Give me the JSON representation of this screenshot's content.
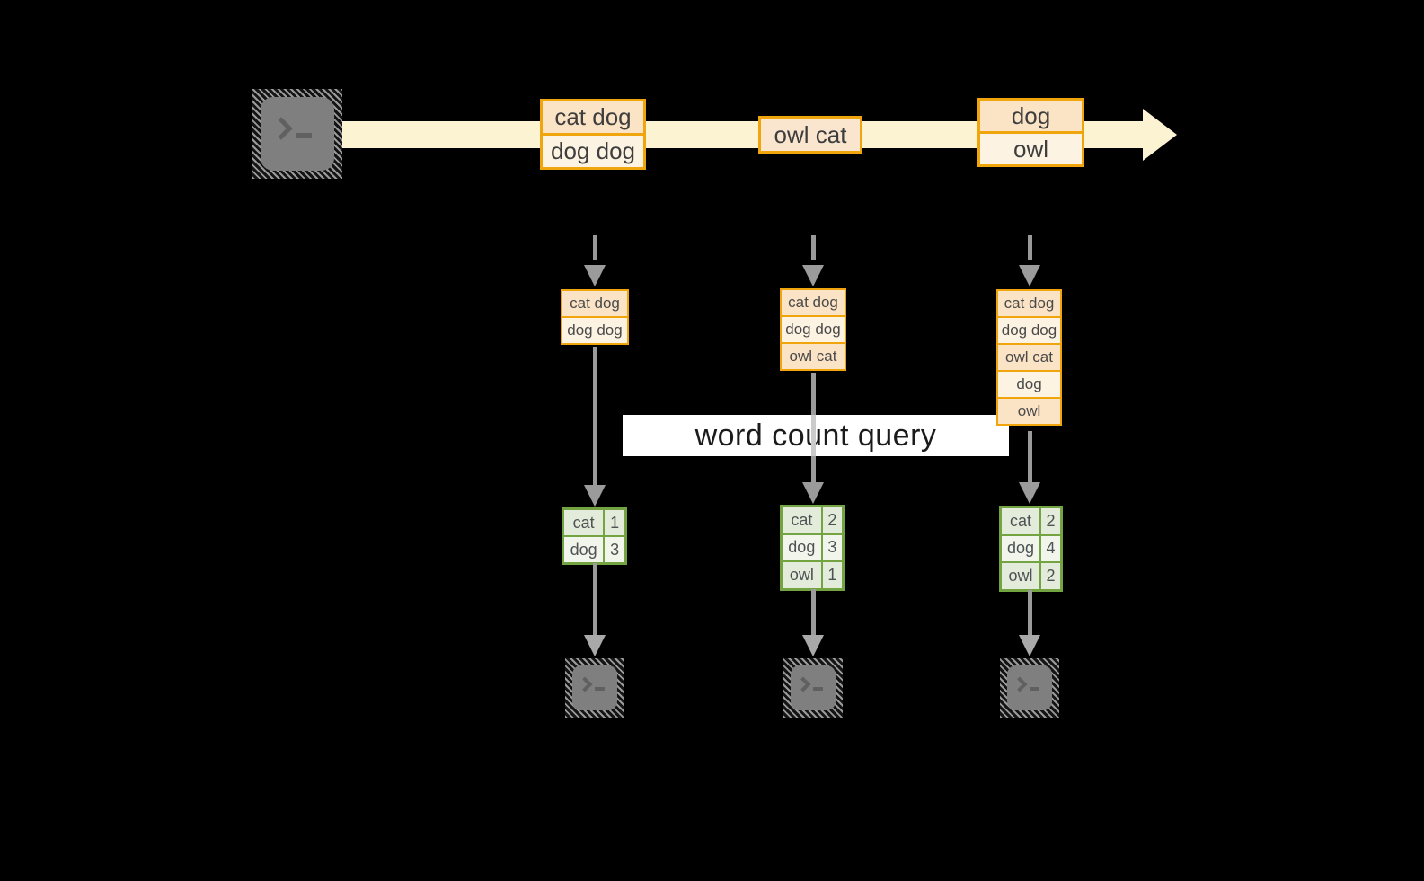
{
  "stream": {
    "events": [
      {
        "lines": [
          "cat dog",
          "dog dog"
        ]
      },
      {
        "lines": [
          "owl cat"
        ]
      },
      {
        "lines": [
          "dog",
          "owl"
        ]
      }
    ]
  },
  "query_banner": {
    "label": "word count query"
  },
  "micro_batches": [
    {
      "cells": [
        "cat dog",
        "dog dog"
      ]
    },
    {
      "cells": [
        "cat dog",
        "dog dog",
        "owl cat"
      ]
    },
    {
      "cells": [
        "cat dog",
        "dog dog",
        "owl cat",
        "dog",
        "owl"
      ]
    }
  ],
  "count_tables": [
    {
      "rows": [
        {
          "word": "cat",
          "count": "1"
        },
        {
          "word": "dog",
          "count": "3"
        }
      ]
    },
    {
      "rows": [
        {
          "word": "cat",
          "count": "2"
        },
        {
          "word": "dog",
          "count": "3"
        },
        {
          "word": "owl",
          "count": "1"
        }
      ]
    },
    {
      "rows": [
        {
          "word": "cat",
          "count": "2"
        },
        {
          "word": "dog",
          "count": "4"
        },
        {
          "word": "owl",
          "count": "2"
        }
      ]
    }
  ],
  "colors": {
    "background": "#000000",
    "stream_band": "#FCF3D2",
    "amber_border": "#F0A50C",
    "cell_peach": "#FBE3C6",
    "cell_cream": "#FDF3E2",
    "green_border": "#74A441",
    "table_cell_dark": "#E3EBDA",
    "table_cell_light": "#F1F5EB",
    "arrow_gray": "#9B9B9B",
    "terminal_gray": "#7F7F7F",
    "banner_bg": "#FFFFFF",
    "banner_text": "#1B1B1B"
  }
}
